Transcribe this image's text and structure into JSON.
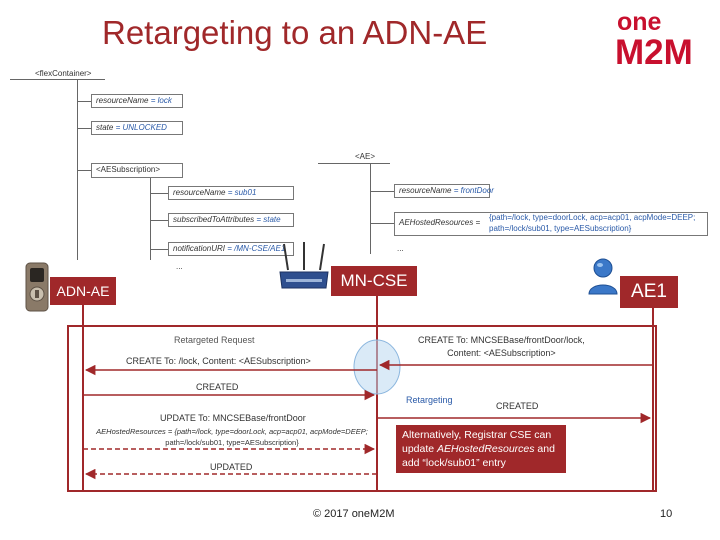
{
  "title": "Retargeting to an ADN-AE",
  "logo": {
    "line1": "one",
    "line2": "M2M",
    "color": "#c8102e"
  },
  "tree": {
    "lock_container": "<flexContainer>",
    "resource_name_label": "resourceName",
    "resource_name_value": "= lock",
    "state_label": "state",
    "state_value": "= UNLOCKED",
    "ae_subscription": "<AESubscription>",
    "sub_resource_name_label": "resourceName",
    "sub_resource_name_value": "= sub01",
    "subscribed_attr_label": "subscribedToAttributes",
    "subscribed_attr_value": "= state",
    "notification_uri_label": "notificationURI",
    "notification_uri_value": "= /MN-CSE/AE1",
    "ellipsis": "...",
    "ae": "<AE>",
    "ae_resource_name_label": "resourceName",
    "ae_resource_name_value": "= frontDoor",
    "ae_hosted_label": "AEHostedResources =",
    "ae_hosted_value_line1": "{path=/lock, type=doorLock, acp=acp01, acpMode=DEEP;",
    "ae_hosted_value_line2": "path=/lock/sub01, type=AESubscription}",
    "ae_ellipsis": "..."
  },
  "nodes": {
    "adn_ae": "ADN-AE",
    "mn_cse": "MN-CSE",
    "ae1": "AE1"
  },
  "messages": {
    "retargeted_request": "Retargeted Request",
    "create_lock": "CREATE To: /lock, Content: <AESubscription>",
    "create_mn_line1": "CREATE To: MNCSEBase/frontDoor/lock,",
    "create_mn_line2": "Content: <AESubscription>",
    "created_1": "CREATED",
    "retargeting": "Retargeting",
    "created_2": "CREATED",
    "update": "UPDATE To: MNCSEBase/frontDoor",
    "update_content_line1": "AEHostedResources = {path=/lock, type=doorLock, acp=acp01, acpMode=DEEP;",
    "update_content_line2": "path=/lock/sub01, type=AESubscription}",
    "updated": "UPDATED"
  },
  "callout": {
    "line1": "Alternatively, Registrar CSE can",
    "line2_pre": "update ",
    "line2_italic": "AEHostedResources",
    "line2_post": " and",
    "line3": "add “lock/sub01” entry"
  },
  "footer": {
    "copyright": "© 2017 oneM2M",
    "page_number": "10"
  },
  "colors": {
    "brand_red": "#a0282a",
    "value_blue": "#2a5aa8",
    "retarget_ellipse": "#bcd8f0"
  }
}
